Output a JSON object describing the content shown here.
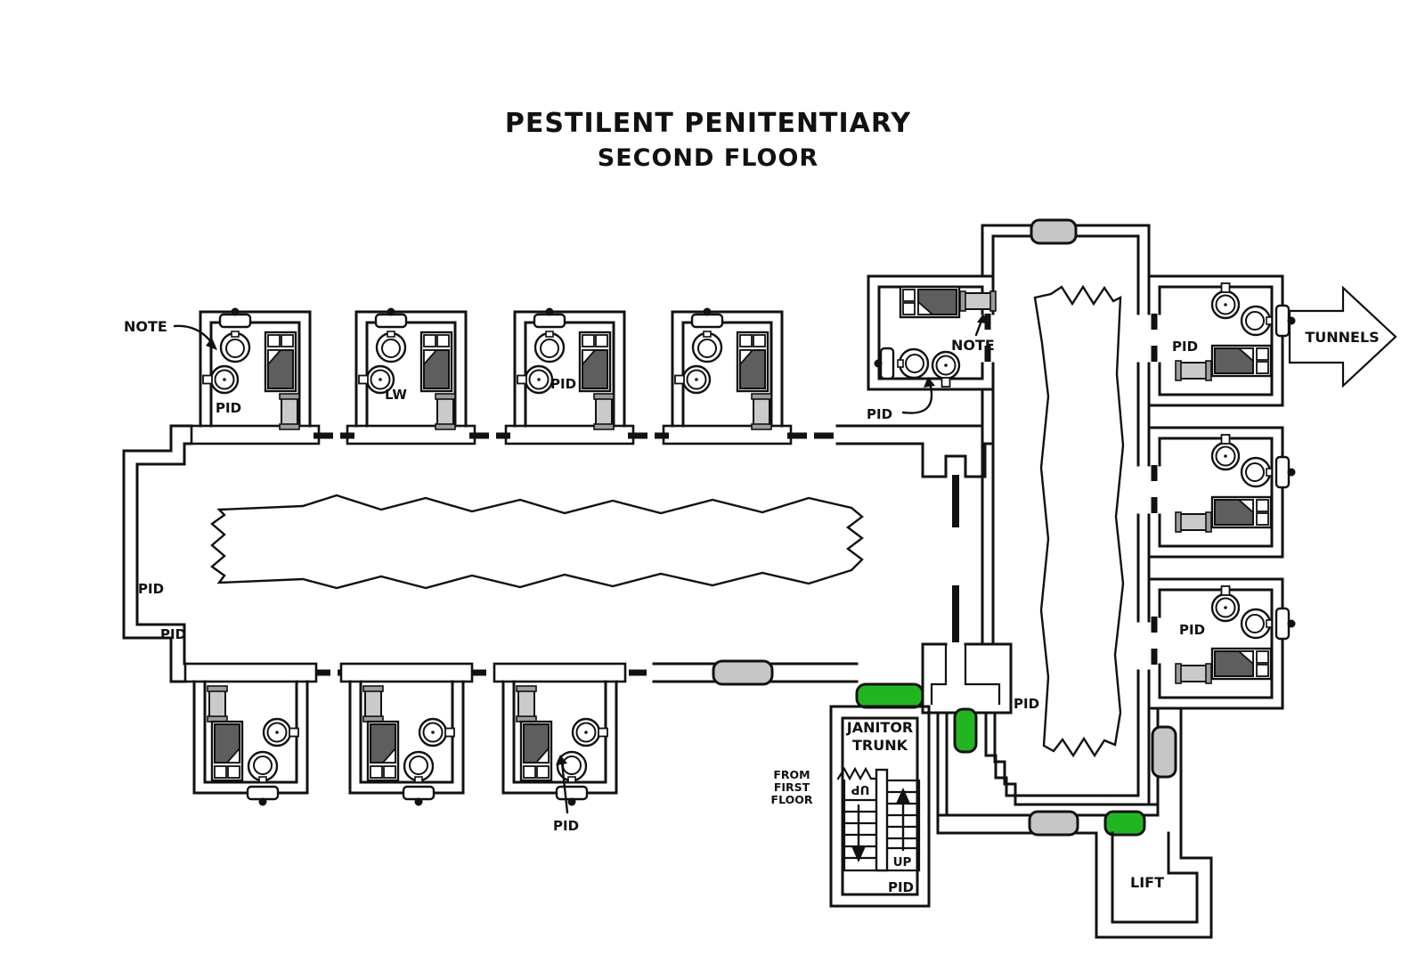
{
  "title": {
    "line1": "PESTILENT PENITENTIARY",
    "line2": "SECOND FLOOR"
  },
  "labels": {
    "note": "NOTE",
    "pid": "PID",
    "lw": "LW",
    "tunnels": "TUNNELS",
    "janitor_trunk_line1": "JANITOR",
    "janitor_trunk_line2": "TRUNK",
    "from_first_floor_line1": "FROM",
    "from_first_floor_line2": "FIRST",
    "from_first_floor_line3": "FLOOR",
    "stairs_up": "UP",
    "stairs_down_rotated": "UP",
    "lift": "LIFT"
  },
  "colors": {
    "wall": "#111111",
    "background": "#ffffff",
    "door_green": "#22b522",
    "door_gray": "#c6c6c6",
    "furniture_gray": "#cacaca",
    "bed_blanket": "#5e5e5e"
  }
}
